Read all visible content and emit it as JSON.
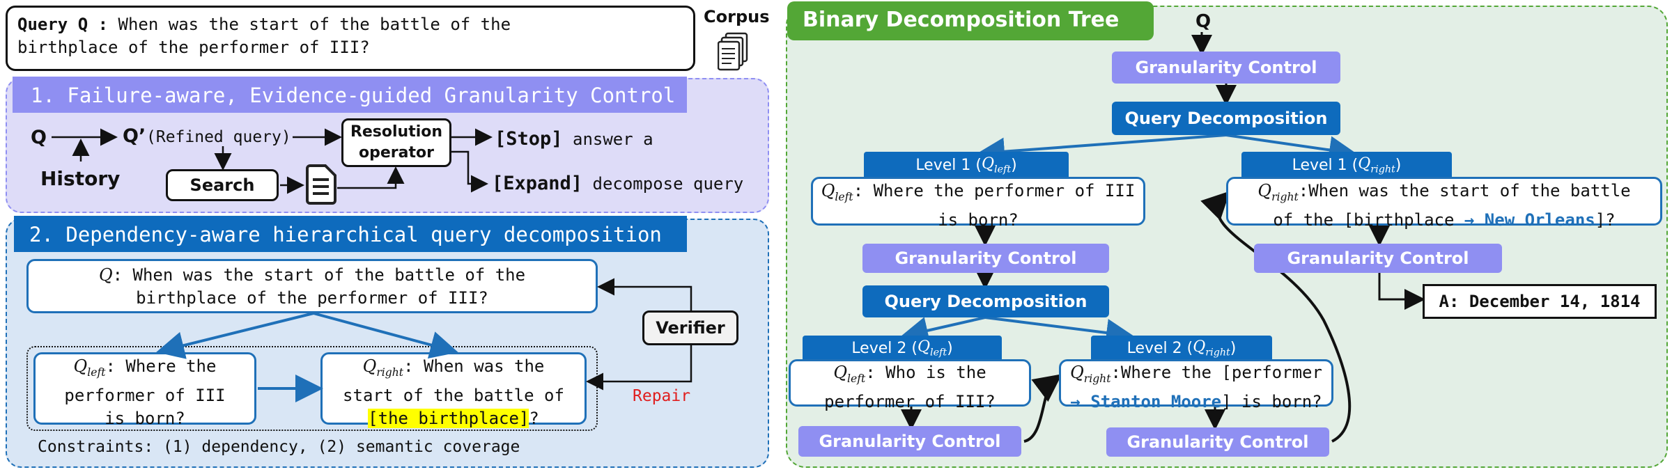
{
  "query": {
    "label": "Query Q :",
    "line1": "When was the start of the battle of the",
    "line2": "birthplace of the performer of III?"
  },
  "corpus": {
    "label": "Corpus",
    "icon": "document-stack-icon"
  },
  "section1": {
    "title": "1. Failure-aware, Evidence-guided Granularity Control",
    "q": "Q",
    "q_prime": "Q’",
    "refined": "(Refined query)",
    "history": "History",
    "search": "Search",
    "resolution_line1": "Resolution",
    "resolution_line2": "operator",
    "stop_tag": "[Stop]",
    "stop_text": "answer a",
    "expand_tag": "[Expand]",
    "expand_text": "decompose query"
  },
  "section2": {
    "title": "2. Dependency-aware hierarchical query decomposition",
    "q_sym": "Q",
    "q_line1": ": When was the start of the battle of the",
    "q_line2": "birthplace of the performer of III?",
    "left_sym": "Q",
    "left_sub": "left",
    "left_line1": ": Where the",
    "left_line2": "performer of III",
    "left_line3": "is born?",
    "right_sym": "Q",
    "right_sub": "right",
    "right_line1": ": When was the",
    "right_line2": "start of the battle of",
    "right_highlight": "[the birthplace]",
    "right_end": "?",
    "verifier": "Verifier",
    "repair": "Repair",
    "constraints": "Constraints: (1) dependency, (2) semantic coverage"
  },
  "tree": {
    "title": "Binary Decomposition Tree",
    "root": "Q",
    "granularity": "Granularity Control",
    "decomposition": "Query Decomposition",
    "level1_label": "Level 1 (",
    "level2_label": "Level 2 (",
    "close_paren": ")",
    "sub_left": "left",
    "sub_right": "right",
    "q_sym": "Q",
    "l1_left_line1": ": Where the performer of III",
    "l1_left_line2": "is born?",
    "l1_right_line1": ":When was the start of the battle",
    "l1_right_pre": "of the [birthplace ",
    "l1_right_arrow": "→ New Orleans",
    "l1_right_post": "]?",
    "answer": "A: December 14, 1814",
    "l2_left_line1": ": Who is the",
    "l2_left_line2": "performer of III?",
    "l2_right_line1": ":Where the [performer",
    "l2_right_arrow": "→ Stanton Moore",
    "l2_right_post": "] is born?"
  },
  "colors": {
    "purple_panel": "#dedcf8",
    "purple_title": "#8f8ff2",
    "blue_panel": "#d9e6f5",
    "blue_title": "#0e6bbd",
    "green_panel": "#e3efe6",
    "green_title": "#53a736",
    "highlight": "#ffff00",
    "repair": "#e01e1e"
  }
}
